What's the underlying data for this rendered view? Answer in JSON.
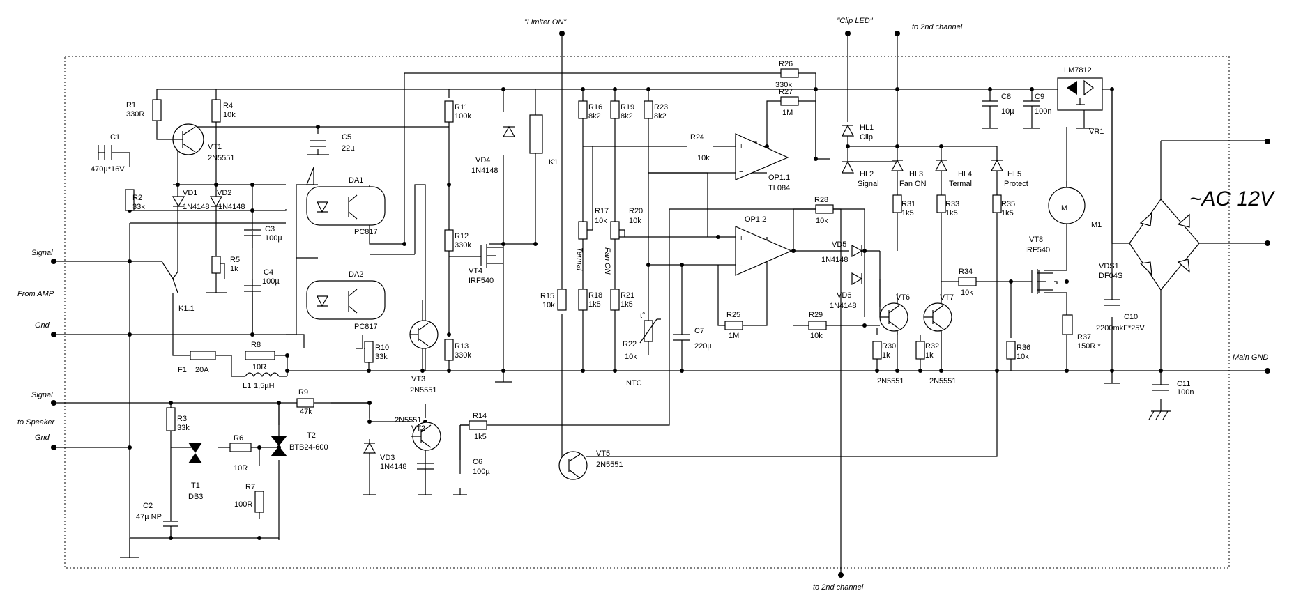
{
  "top": {
    "limiter_on": "\"Limiter ON\"",
    "clip_led": "\"Clip LED\"",
    "to_2nd_channel_top": "to 2nd channel",
    "to_2nd_channel_bottom": "to 2nd channel"
  },
  "io": {
    "signal_in": "Signal",
    "from_amp": "From AMP",
    "gnd_in": "Gnd",
    "signal_out": "Signal",
    "to_speaker": "to Speaker",
    "gnd_out": "Gnd",
    "ac_supply": "~AC 12V",
    "main_gnd": "Main GND"
  },
  "parts": {
    "r1": [
      "R1",
      "330R"
    ],
    "r2": [
      "R2",
      "33k"
    ],
    "r3": [
      "R3",
      "33k"
    ],
    "r4": [
      "R4",
      "10k"
    ],
    "r5": [
      "R5",
      "1k"
    ],
    "r6": [
      "R6",
      "10R"
    ],
    "r7": [
      "R7",
      "100R"
    ],
    "r8": [
      "R8",
      "10R"
    ],
    "r9": [
      "R9",
      "47k"
    ],
    "r10": [
      "R10",
      "33k"
    ],
    "r11": [
      "R11",
      "100k"
    ],
    "r12": [
      "R12",
      "330k"
    ],
    "r13": [
      "R13",
      "330k"
    ],
    "r14": [
      "R14",
      "1k5"
    ],
    "r15": [
      "R15",
      "10k"
    ],
    "r16": [
      "R16",
      "8k2"
    ],
    "r17": [
      "R17",
      "10k"
    ],
    "r18": [
      "R18",
      "1k5"
    ],
    "r19": [
      "R19",
      "8k2"
    ],
    "r20": [
      "R20",
      "10k"
    ],
    "r21": [
      "R21",
      "1k5"
    ],
    "r22": [
      "R22",
      "10k"
    ],
    "r23": [
      "R23",
      "8k2"
    ],
    "r24": [
      "R24",
      "10k"
    ],
    "r25": [
      "R25",
      "1M"
    ],
    "r26": [
      "R26",
      "330k"
    ],
    "r27": [
      "R27",
      "1M"
    ],
    "r28": [
      "R28",
      "10k"
    ],
    "r29": [
      "R29",
      "10k"
    ],
    "r30": [
      "R30",
      "1k"
    ],
    "r31": [
      "R31",
      "1k5"
    ],
    "r32": [
      "R32",
      "1k"
    ],
    "r33": [
      "R33",
      "1k5"
    ],
    "r34": [
      "R34",
      "10k"
    ],
    "r35": [
      "R35",
      "1k5"
    ],
    "r36": [
      "R36",
      "10k"
    ],
    "r37": [
      "R37",
      "150R *"
    ],
    "c1": [
      "C1",
      "470µ*16V"
    ],
    "c2": [
      "C2",
      "47µ NP"
    ],
    "c3": [
      "C3",
      "100µ"
    ],
    "c4": [
      "C4",
      "100µ"
    ],
    "c5": [
      "C5",
      "22µ"
    ],
    "c6": [
      "C6",
      "100µ"
    ],
    "c7": [
      "C7",
      "220µ"
    ],
    "c8": [
      "C8",
      "10µ"
    ],
    "c9": [
      "C9",
      "100n"
    ],
    "c10": [
      "C10",
      "2200mkF*25V"
    ],
    "c11": [
      "C11",
      "100n"
    ],
    "vd1": [
      "VD1",
      "1N4148"
    ],
    "vd2": [
      "VD2",
      "1N4148"
    ],
    "vd3": [
      "VD3",
      "1N4148"
    ],
    "vd4": [
      "VD4",
      "1N4148"
    ],
    "vd5": [
      "VD5",
      "1N4148"
    ],
    "vd6": [
      "VD6",
      "1N4148"
    ],
    "vt1": [
      "VT1",
      "2N5551"
    ],
    "vt2": [
      "VT2",
      "2N5551"
    ],
    "vt3": [
      "VT3",
      "2N5551"
    ],
    "vt4": [
      "VT4",
      "IRF540"
    ],
    "vt5": [
      "VT5",
      "2N5551"
    ],
    "vt6": [
      "VT6",
      "2N5551"
    ],
    "vt7": [
      "VT7",
      "2N5551"
    ],
    "vt8": [
      "VT8",
      "IRF540"
    ],
    "da1": [
      "DA1",
      "PC817"
    ],
    "da2": [
      "DA2",
      "PC817"
    ],
    "op11": [
      "OP1.1",
      "TL084"
    ],
    "op12": [
      "OP1.2"
    ],
    "hl1": [
      "HL1",
      "Clip"
    ],
    "hl2": [
      "HL2",
      "Signal"
    ],
    "hl3": [
      "HL3",
      "Fan ON"
    ],
    "hl4": [
      "HL4",
      "Termal"
    ],
    "hl5": [
      "HL5",
      "Protect"
    ],
    "t1": [
      "T1",
      "DB3"
    ],
    "t2": [
      "T2",
      "BTB24-600"
    ],
    "k1": [
      "K1"
    ],
    "k11": [
      "K1.1"
    ],
    "f1": [
      "F1",
      "20A"
    ],
    "l1": [
      "L1",
      "1,5µH"
    ],
    "vr1": [
      "VR1",
      "LM7812"
    ],
    "vds1": [
      "VDS1",
      "DF04S"
    ],
    "m1": [
      "M1",
      "M"
    ],
    "ntc": "NTC",
    "termal": "Termal",
    "fan_on": "Fan ON"
  }
}
